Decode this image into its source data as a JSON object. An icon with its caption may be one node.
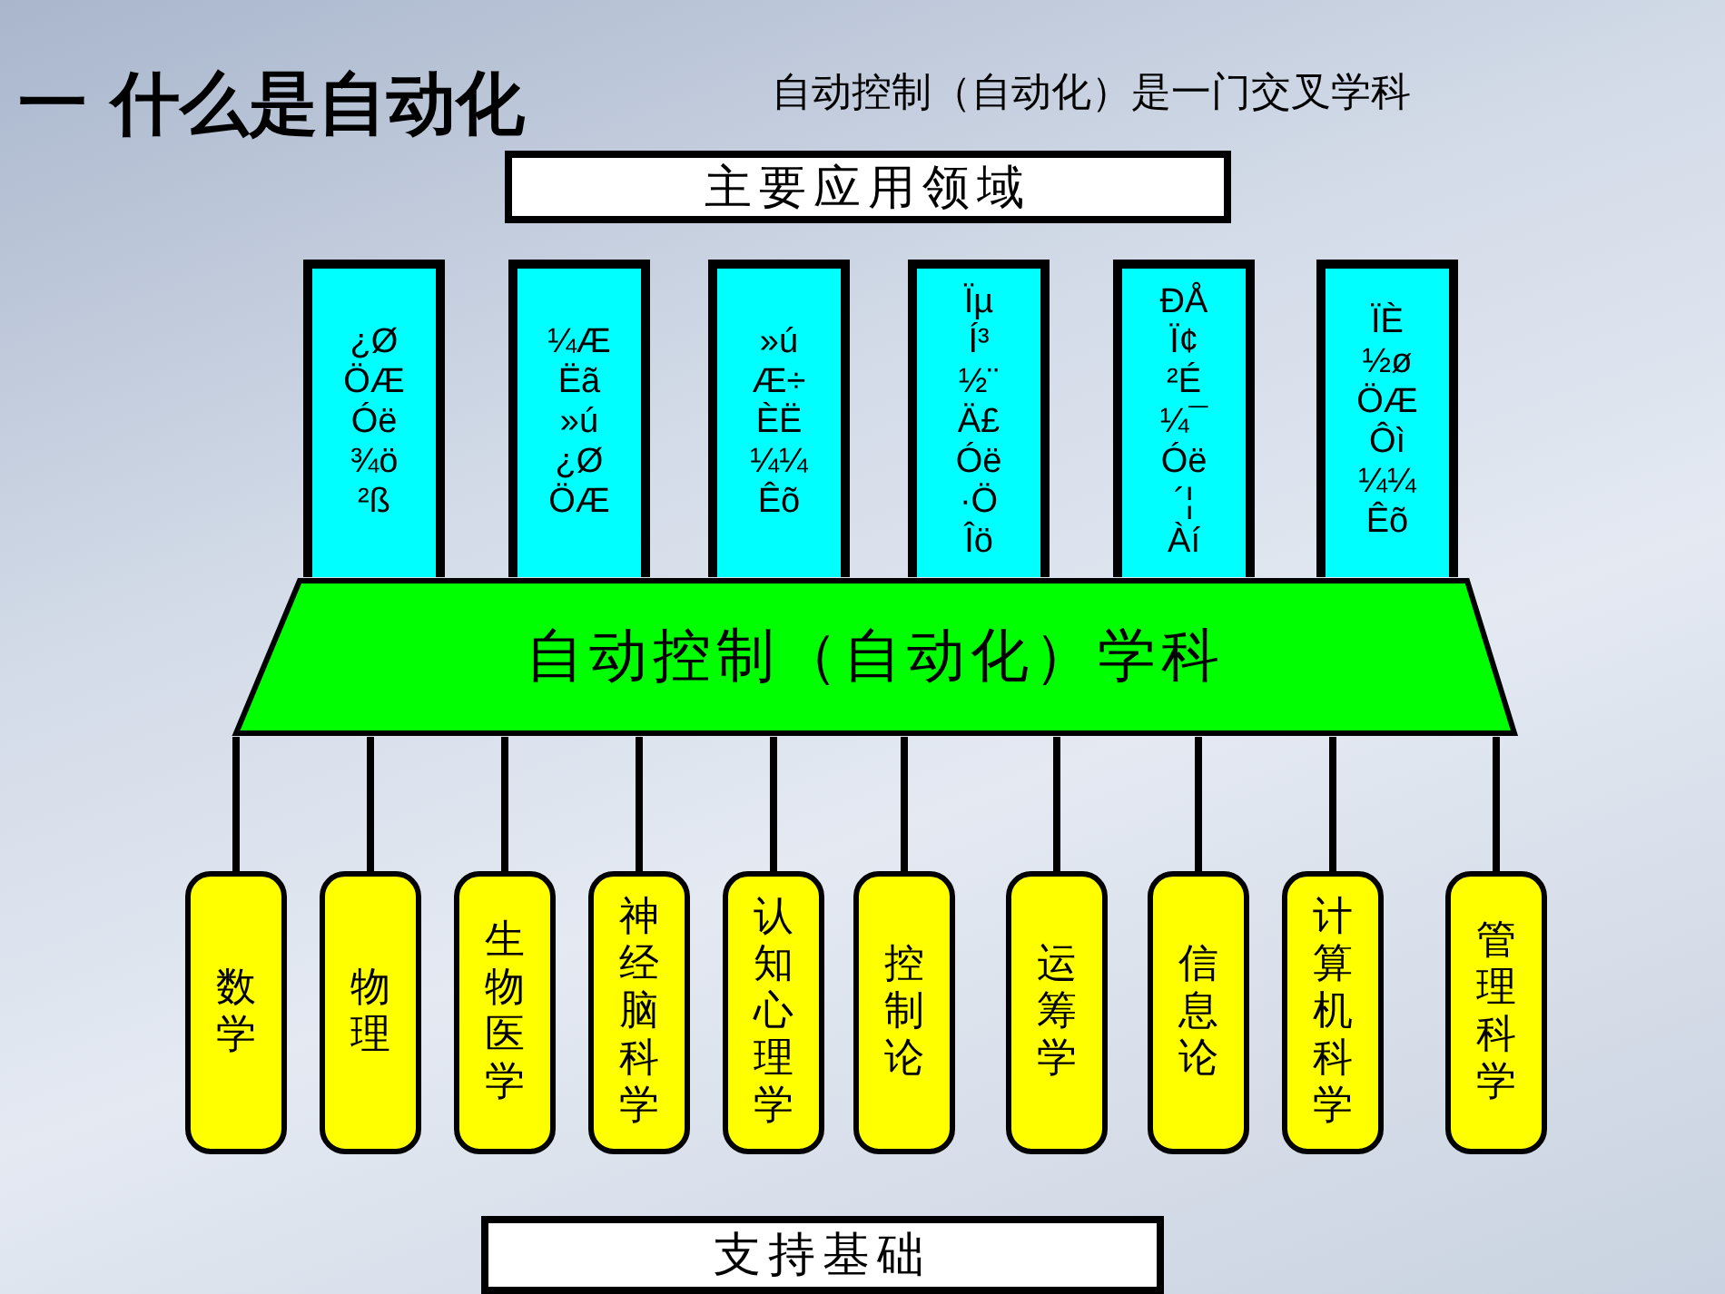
{
  "diagram": {
    "title": "一 什么是自动化",
    "nodes": [
      {
        "text": [
          "主要应用领域"
        ]
      },
      {
        "text": [
          "¿Ø ÖÆ Óë ¾ö ²ß"
        ]
      },
      {
        "text": [
          "¼Æ Ëã »ú ¿Ø ÖÆ"
        ]
      },
      {
        "text": [
          "»ú Æ÷ ÈË ¼¼ Êõ"
        ]
      },
      {
        "text": [
          "Ïµ Í³ ½¨ Ä£ Óë ·Ö Îö"
        ]
      },
      {
        "text": [
          "ÐÅ Ï¢ ²É ¼¯ Óë ´¦ Àí"
        ]
      },
      {
        "text": [
          "ÏÈ ½ø ÖÆ Ôì ¼¼ Êõ"
        ]
      },
      {
        "text": [
          "自动控制（自动化）学科"
        ]
      },
      {
        "text": [
          "数学"
        ]
      },
      {
        "text": [
          "物理"
        ]
      },
      {
        "text": [
          "生物医学"
        ]
      },
      {
        "text": [
          "神经脑科学"
        ]
      },
      {
        "text": [
          "认知心理学"
        ]
      },
      {
        "text": [
          "控制论"
        ]
      },
      {
        "text": [
          "运筹学"
        ]
      },
      {
        "text": [
          "信息论"
        ]
      },
      {
        "text": [
          "计算机科学"
        ]
      },
      {
        "text": [
          "管理科学"
        ]
      },
      {
        "text": [
          "支持基础"
        ]
      }
    ],
    "edges": [
      {
        "from": 8,
        "to": 7,
        "arrow": "none"
      },
      {
        "from": 9,
        "to": 7,
        "arrow": "none"
      },
      {
        "from": 10,
        "to": 7,
        "arrow": "none"
      },
      {
        "from": 11,
        "to": 7,
        "arrow": "none"
      },
      {
        "from": 12,
        "to": 7,
        "arrow": "none"
      },
      {
        "from": 13,
        "to": 7,
        "arrow": "none"
      },
      {
        "from": 14,
        "to": 7,
        "arrow": "none"
      },
      {
        "from": 15,
        "to": 7,
        "arrow": "none"
      },
      {
        "from": 16,
        "to": 7,
        "arrow": "none"
      },
      {
        "from": 17,
        "to": 7,
        "arrow": "none"
      }
    ],
    "labels": [
      "自动控制（自动化）是一门交叉学科"
    ]
  }
}
